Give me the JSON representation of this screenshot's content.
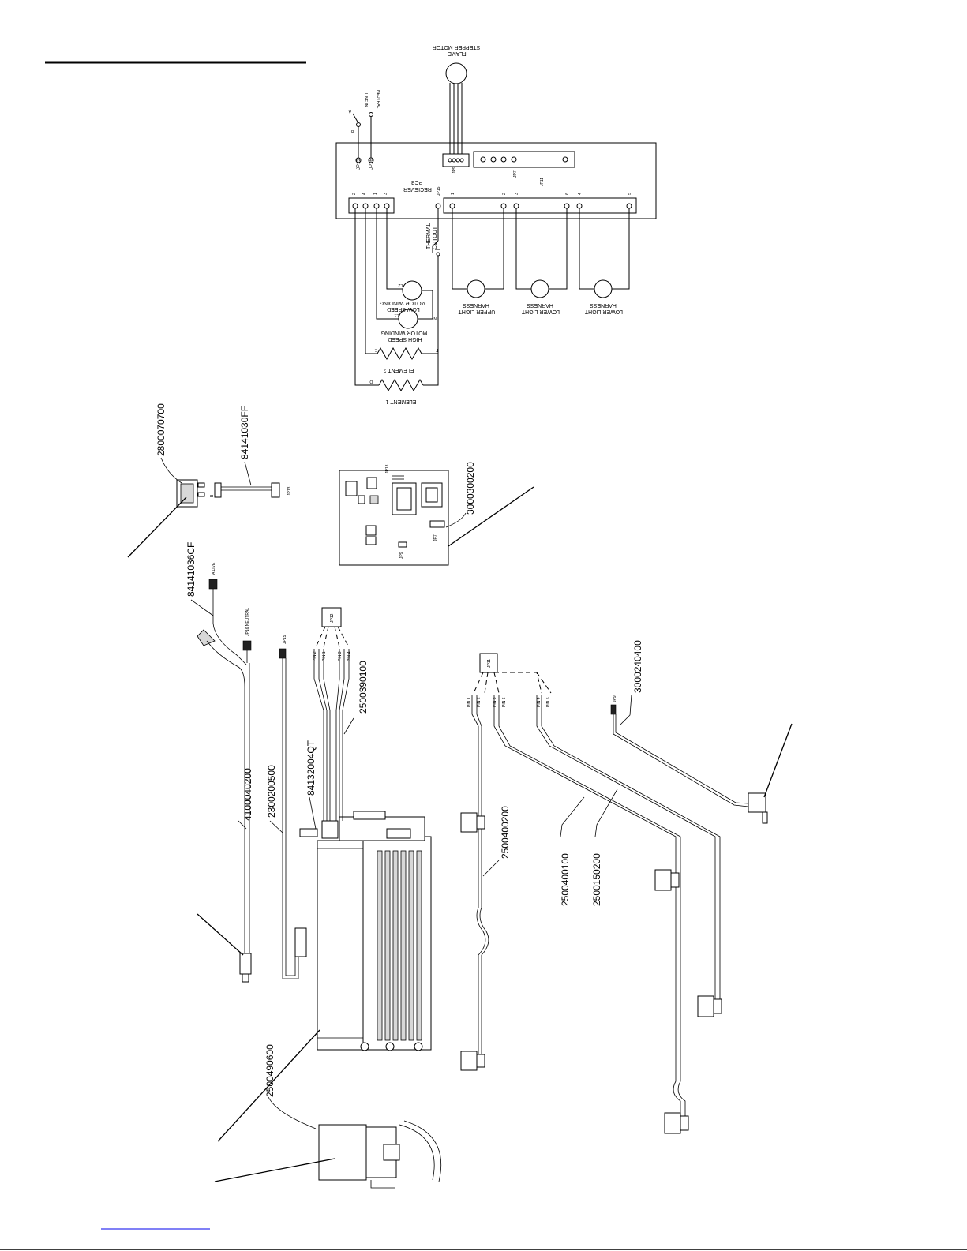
{
  "schematic": {
    "flame_stepper_motor": [
      "FLAME",
      "STEPPER MOTOR"
    ],
    "receiver_pcb": [
      "RECIEVER",
      "PCB"
    ],
    "jp13": "JP13",
    "jp16": "JP16",
    "jp9": "JP9",
    "jp7": "JP7",
    "jp15": "JP15",
    "jp11": "JP11",
    "line_in": "LINE IN",
    "neutral": "NEUTRAL",
    "switch_a": "A",
    "switch_b": "B",
    "thermal_cutout": [
      "THERMAL",
      "CUTOUT"
    ],
    "low_speed_winding": [
      "LOW SPEED",
      "MOTOR WINDING"
    ],
    "high_speed_winding": [
      "HIGH SPEED",
      "MOTOR WINDING"
    ],
    "element_1": "ELEMENT 1",
    "element_2": "ELEMENT 2",
    "upper_light": [
      "UPPER LIGHT",
      "HARNESS"
    ],
    "lower_light_1": [
      "LOWER LIGHT",
      "HARNESS"
    ],
    "lower_light_2": [
      "LOWER LIGHT",
      "HARNESS"
    ],
    "terminal_left": [
      "2",
      "4",
      "1",
      "3"
    ],
    "terminal_jp11": [
      "1",
      "2",
      "3",
      "6",
      "4",
      "5"
    ],
    "node_labels": [
      "L2",
      "L1",
      "E",
      "F",
      "D",
      "G",
      "N"
    ]
  },
  "parts": {
    "p2800070700": "2800070700",
    "p84141030ff": "84141030FF",
    "p3000300200": "3000300200",
    "p84141036cf": "84141036CF",
    "p2500390100": "2500390100",
    "p84132004qt": "84132004QT",
    "p2300200500": "2300200500",
    "p4100040200": "4100040200",
    "p2500400200": "2500400200",
    "p3000240400": "3000240400",
    "p2500400100": "2500400100",
    "p2500150200": "2500150200",
    "p2500490600": "2500490600"
  },
  "connector_labels": {
    "jp13": "JP13",
    "jp16_neutral": "JP16 NEUTRAL",
    "a_live": "A LIVE",
    "jp15": "JP15",
    "jp12": "JP12",
    "jp11": "JP11",
    "jp9": "JP9",
    "jp7": "JP7",
    "switch_b": "B",
    "pin2": "PIN 2",
    "pin1": "PIN 1",
    "pin3": "PIN 3",
    "pin4": "PIN 4",
    "pin6": "PIN 6",
    "pin5": "PIN 5",
    "jp11_pins": [
      "PIN 1",
      "PIN 2",
      "PIN 3",
      "PIN 6",
      "PIN 4",
      "PIN 5"
    ]
  },
  "colors": {
    "line": "#000000",
    "background": "#ffffff",
    "footer_link": "#0000ee"
  }
}
